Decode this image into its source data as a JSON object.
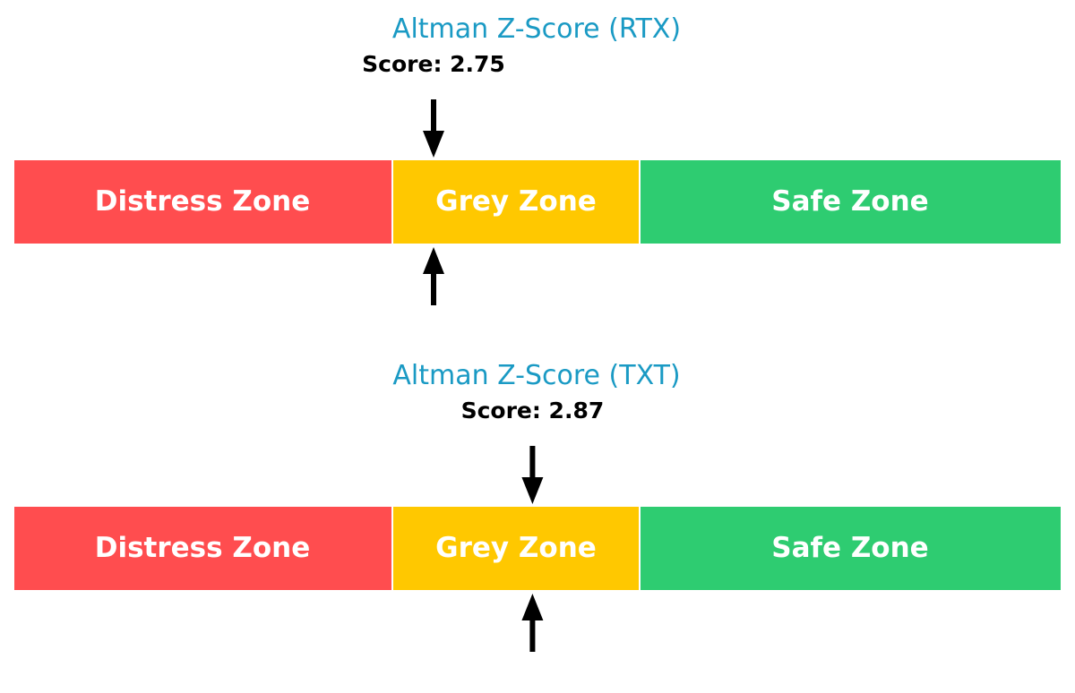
{
  "colors": {
    "title": "#1a9ac4",
    "distress": "#ff4d4f",
    "grey": "#ffc800",
    "safe": "#2ecc71",
    "arrow": "#000000",
    "zone_text": "#ffffff"
  },
  "chart_data": [
    {
      "type": "gauge",
      "title": "Altman Z-Score (RTX)",
      "score_label": "Score: 2.75",
      "score": 2.75,
      "range": [
        0,
        6
      ],
      "zones": [
        {
          "name": "Distress Zone",
          "from": 0,
          "to": 2.7
        },
        {
          "name": "Grey Zone",
          "from": 2.7,
          "to": 3.0
        },
        {
          "name": "Safe Zone",
          "from": 3.0,
          "to": 6.0
        }
      ]
    },
    {
      "type": "gauge",
      "title": "Altman Z-Score (TXT)",
      "score_label": "Score: 2.87",
      "score": 2.87,
      "range": [
        0,
        6
      ],
      "zones": [
        {
          "name": "Distress Zone",
          "from": 0,
          "to": 2.7
        },
        {
          "name": "Grey Zone",
          "from": 2.7,
          "to": 3.0
        },
        {
          "name": "Safe Zone",
          "from": 3.0,
          "to": 6.0
        }
      ]
    }
  ]
}
